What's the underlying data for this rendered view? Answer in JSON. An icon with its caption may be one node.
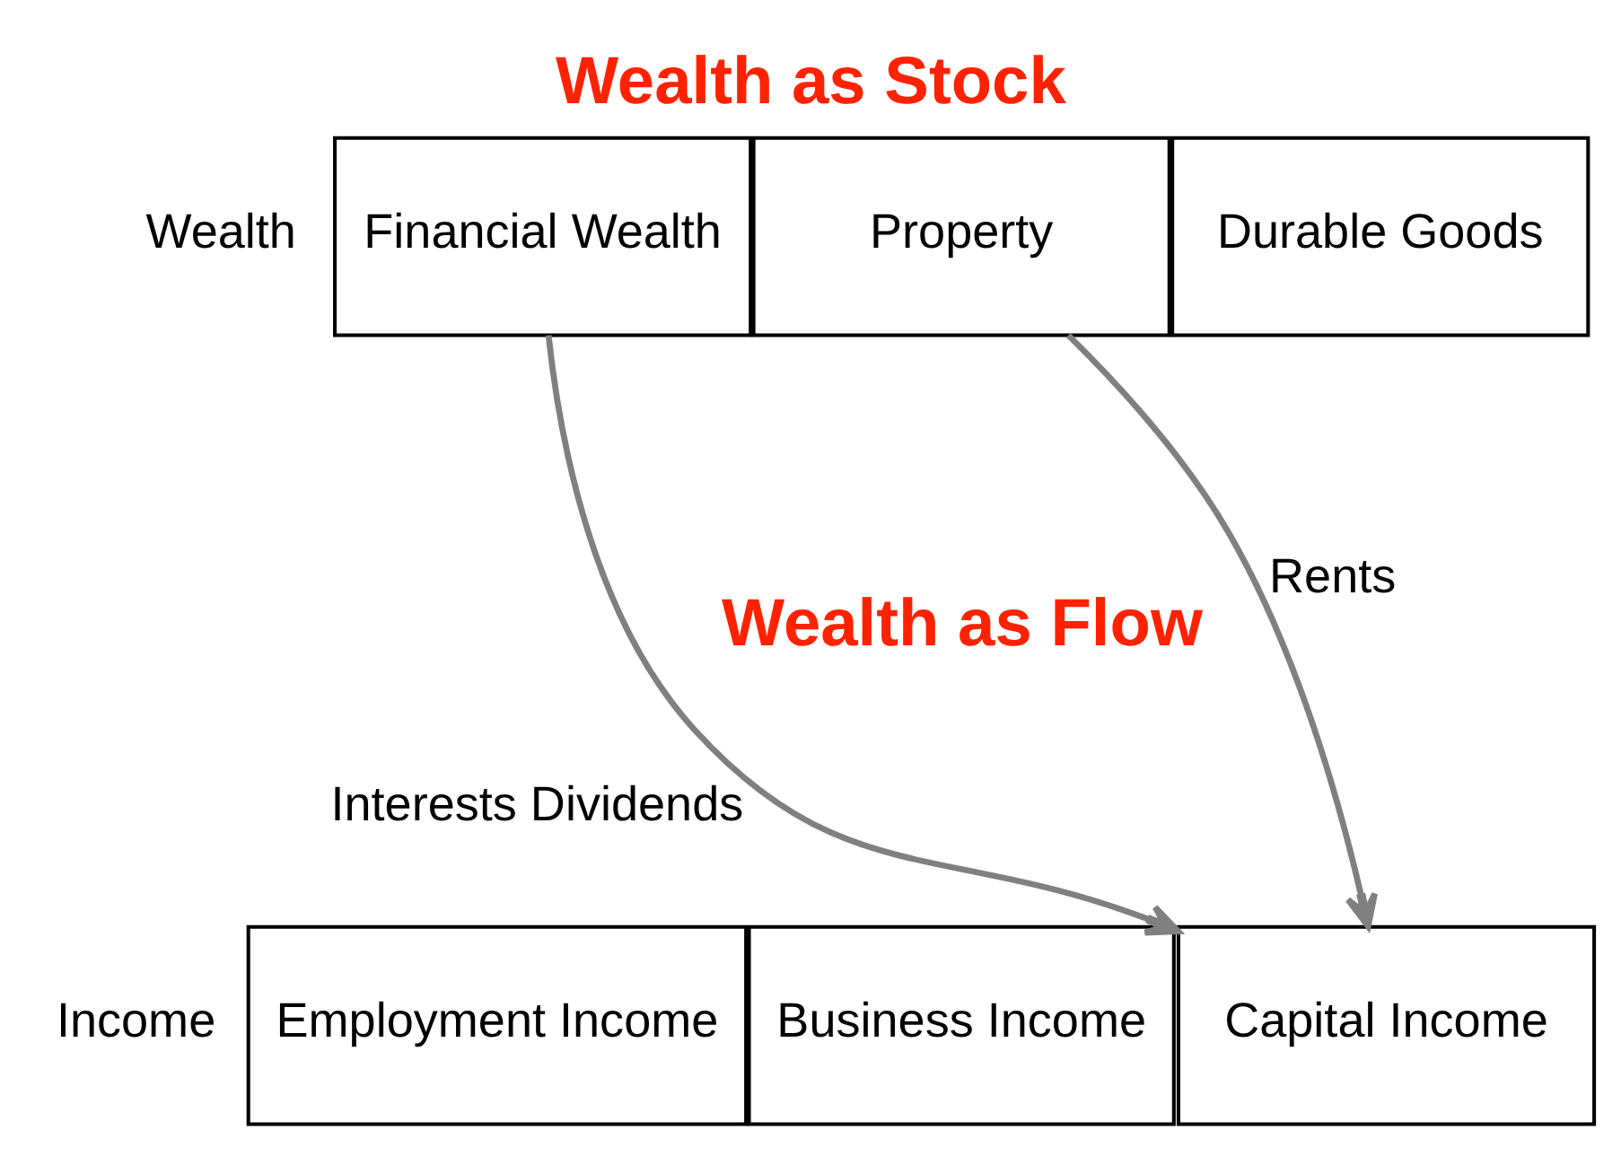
{
  "diagram": {
    "title": "Wealth as Stock",
    "nodes": [
      {
        "text": [
          "Financial Wealth"
        ]
      },
      {
        "text": [
          "Property"
        ]
      },
      {
        "text": [
          "Durable Goods"
        ]
      },
      {
        "text": [
          "Employment Income"
        ]
      },
      {
        "text": [
          "Business Income"
        ]
      },
      {
        "text": [
          "Capital Income"
        ]
      }
    ],
    "edges": [
      {
        "from": 0,
        "to": 5,
        "arrow": "to",
        "label": "Interests Dividends"
      },
      {
        "from": 1,
        "to": 5,
        "arrow": "to",
        "label": "Rents"
      }
    ],
    "labels": [
      "Wealth",
      "Wealth as Flow",
      "Income"
    ]
  }
}
